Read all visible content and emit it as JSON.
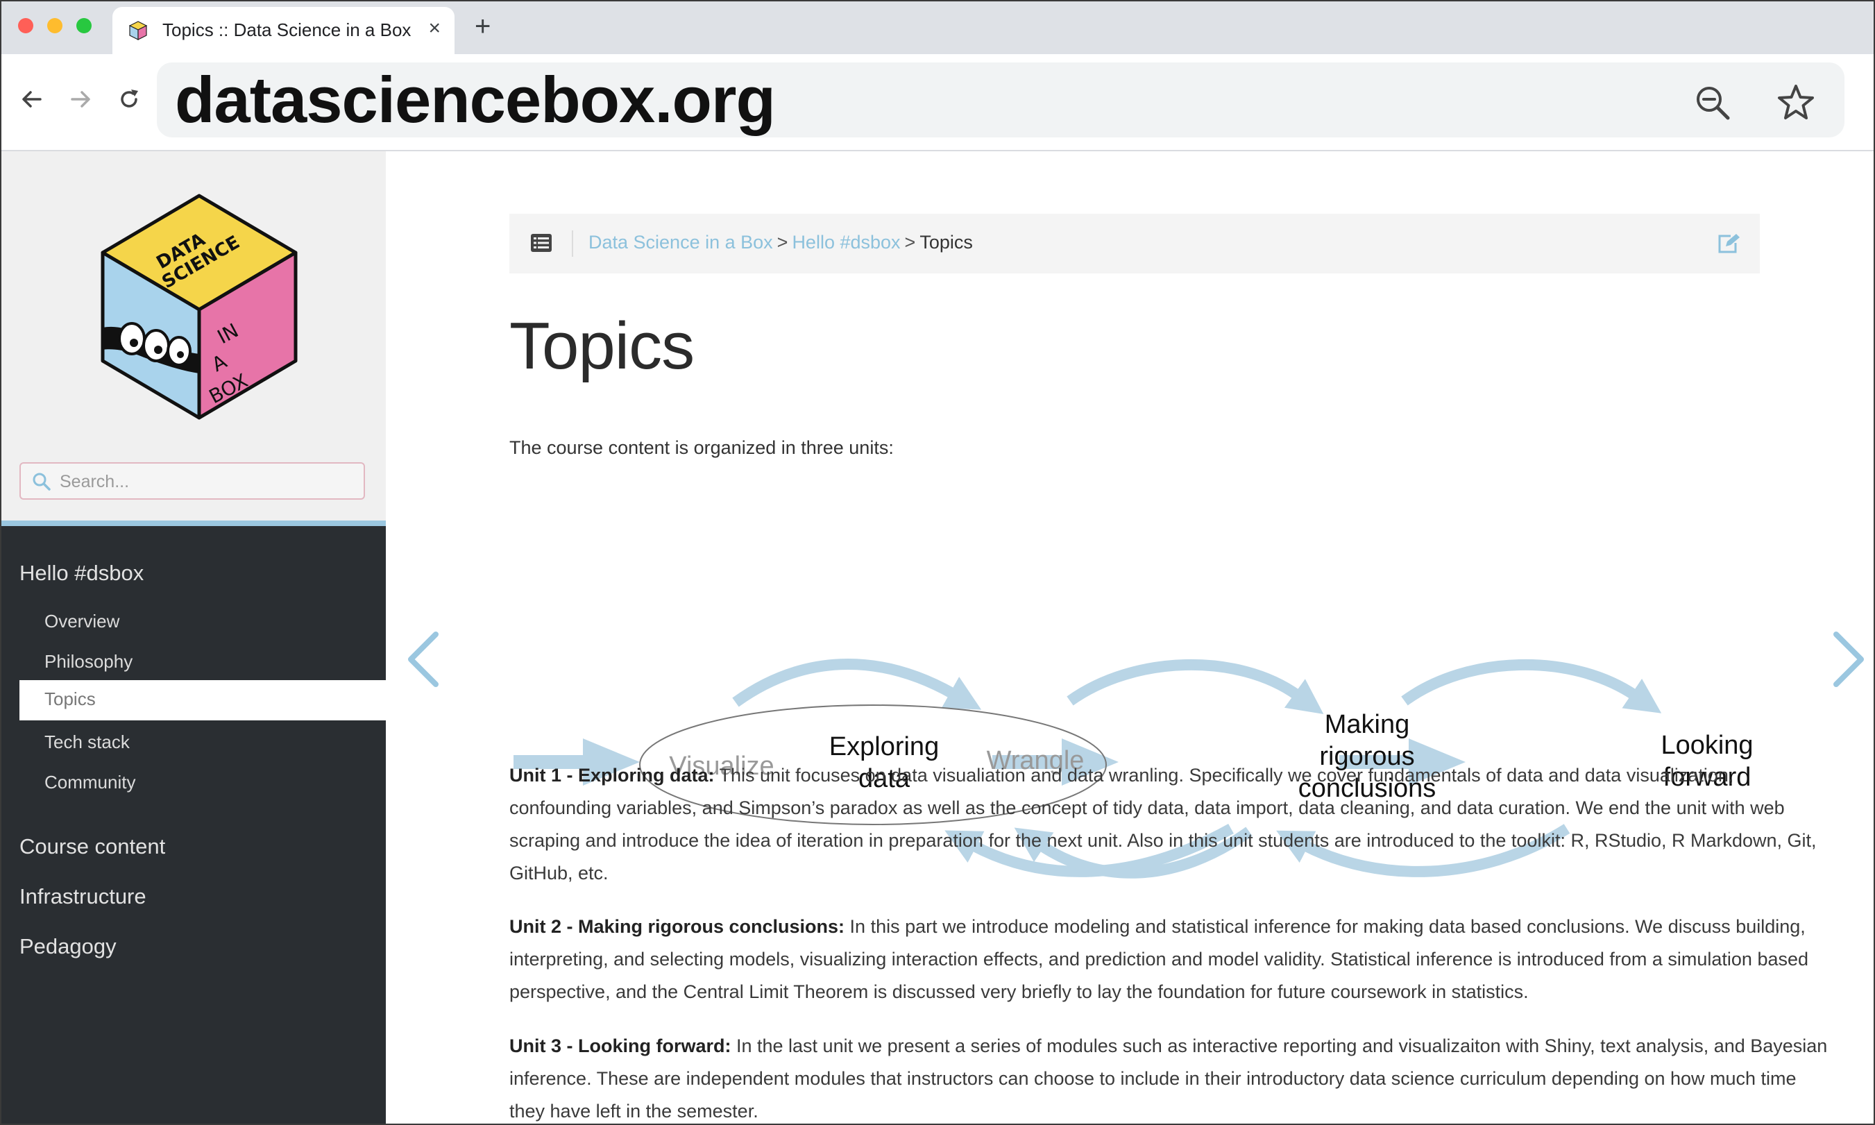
{
  "browser": {
    "tab_title": "Topics :: Data Science in a Box",
    "new_tab": "+",
    "close": "×",
    "url": "datasciencebox.org"
  },
  "logo": {
    "line1": "DATA",
    "line2": "SCIENCE",
    "side_in": "IN",
    "side_a": "A",
    "side_box": "BOX"
  },
  "search": {
    "placeholder": "Search..."
  },
  "sidebar": {
    "section_hello": "Hello #dsbox",
    "items": [
      "Overview",
      "Philosophy",
      "Topics",
      "Tech stack",
      "Community"
    ],
    "active_item": "Topics",
    "sections": [
      "Course content",
      "Infrastructure",
      "Pedagogy"
    ]
  },
  "breadcrumb": {
    "items": [
      "Data Science in a Box",
      "Hello #dsbox"
    ],
    "current": "Topics",
    "separator": ">"
  },
  "page": {
    "title": "Topics",
    "intro": "The course content is organized in three units:"
  },
  "diagram": {
    "visualize": "Visualize",
    "exploring_1": "Exploring",
    "exploring_2": "data",
    "wrangle": "Wrangle",
    "making_1": "Making",
    "making_2": "rigorous",
    "making_3": "conclusions",
    "looking_1": "Looking",
    "looking_2": "forward",
    "arrow_color": "#b9d5e6"
  },
  "units": [
    {
      "heading": "Unit 1 - Exploring data:",
      "text": " This unit focuses on data visualiation and data wranling. Specifically we cover fundamentals of data and data visualization, confounding variables, and Simpson’s paradox as well as the concept of tidy data, data import, data cleaning, and data curation. We end the unit with web scraping and introduce the idea of iteration in preparation for the next unit. Also in this unit students are introduced to the toolkit: R, RStudio, R Markdown, Git, GitHub, etc."
    },
    {
      "heading": "Unit 2 - Making rigorous conclusions:",
      "text": " In this part we introduce modeling and statistical inference for making data based conclusions. We discuss building, interpreting, and selecting models, visualizing interaction effects, and prediction and model validity. Statistical inference is introduced from a simulation based perspective, and the Central Limit Theorem is discussed very briefly to lay the foundation for future coursework in statistics."
    },
    {
      "heading": "Unit 3 - Looking forward:",
      "text": " In the last unit we present a series of modules such as interactive reporting and visualizaiton with Shiny, text analysis, and Bayesian inference. These are independent modules that instructors can choose to include in their introductory data science curriculum depending on how much time they have left in the semester."
    }
  ],
  "colors": {
    "sidebar_bg": "#2a2e32",
    "link": "#8cc1dc",
    "accent": "#9bc7e0",
    "logo_yellow": "#f5d54a",
    "logo_pink": "#e774a8",
    "logo_blue": "#a9d3ec"
  }
}
